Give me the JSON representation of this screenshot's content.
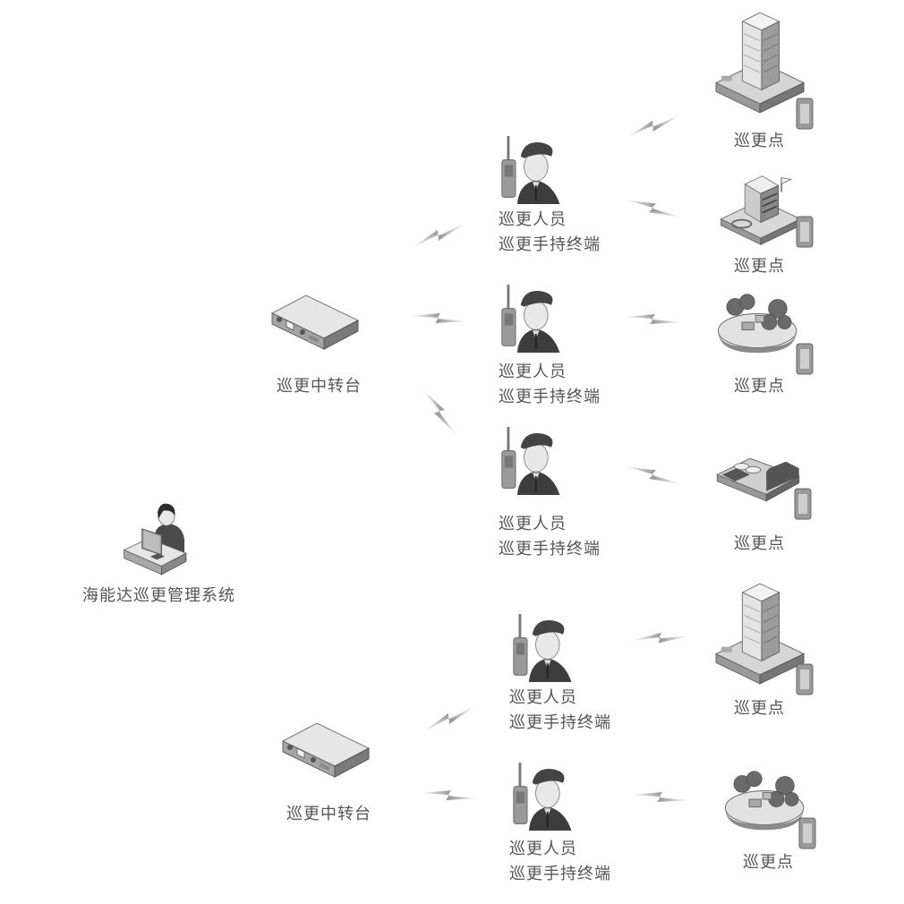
{
  "diagram": {
    "system": {
      "label": "海能达巡更管理系统",
      "icon": "operator-workstation-icon"
    },
    "relays": [
      {
        "label": "巡更中转台",
        "icon": "relay-station-icon"
      },
      {
        "label": "巡更中转台",
        "icon": "relay-station-icon"
      }
    ],
    "guards": [
      {
        "line1": "巡更人员",
        "line2": "巡更手持终端",
        "icon": "security-guard-radio-icon"
      },
      {
        "line1": "巡更人员",
        "line2": "巡更手持终端",
        "icon": "security-guard-radio-icon"
      },
      {
        "line1": "巡更人员",
        "line2": "巡更手持终端",
        "icon": "security-guard-radio-icon"
      },
      {
        "line1": "巡更人员",
        "line2": "巡更手持终端",
        "icon": "security-guard-radio-icon"
      },
      {
        "line1": "巡更人员",
        "line2": "巡更手持终端",
        "icon": "security-guard-radio-icon"
      }
    ],
    "checkpoints": [
      {
        "label": "巡更点",
        "icon": "office-tower-icon"
      },
      {
        "label": "巡更点",
        "icon": "school-building-icon"
      },
      {
        "label": "巡更点",
        "icon": "park-icon"
      },
      {
        "label": "巡更点",
        "icon": "warehouse-icon"
      },
      {
        "label": "巡更点",
        "icon": "office-tower-icon"
      },
      {
        "label": "巡更点",
        "icon": "park-icon"
      }
    ],
    "links": [
      {
        "from": "relay-1",
        "to": "guard-1",
        "type": "wireless"
      },
      {
        "from": "relay-1",
        "to": "guard-2",
        "type": "wireless"
      },
      {
        "from": "relay-1",
        "to": "guard-3",
        "type": "wireless"
      },
      {
        "from": "relay-2",
        "to": "guard-4",
        "type": "wireless"
      },
      {
        "from": "relay-2",
        "to": "guard-5",
        "type": "wireless"
      },
      {
        "from": "guard-1",
        "to": "checkpoint-1",
        "type": "wireless"
      },
      {
        "from": "guard-1",
        "to": "checkpoint-2",
        "type": "wireless"
      },
      {
        "from": "guard-2",
        "to": "checkpoint-3",
        "type": "wireless"
      },
      {
        "from": "guard-3",
        "to": "checkpoint-4",
        "type": "wireless"
      },
      {
        "from": "guard-4",
        "to": "checkpoint-5",
        "type": "wireless"
      },
      {
        "from": "guard-5",
        "to": "checkpoint-6",
        "type": "wireless"
      }
    ],
    "colors": {
      "bolt": "#9a9a9a",
      "text": "#555555",
      "dark": "#3a3a3a",
      "mid": "#8a8a8a",
      "light": "#d8d8d8"
    }
  }
}
